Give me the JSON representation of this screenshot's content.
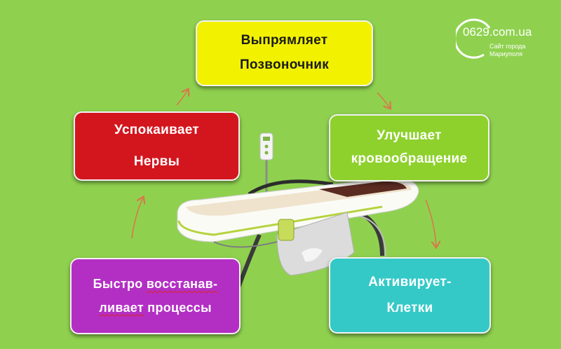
{
  "watermark": {
    "brand": "0629.com.ua",
    "subtitle_line1": "Сайт города",
    "subtitle_line2": "Мариуполя"
  },
  "boxes": {
    "top": {
      "line1": "Выпрямляет",
      "line2": "Позвоночник"
    },
    "left": {
      "line1": "Успокаивает",
      "line2": "Нервы"
    },
    "right": {
      "line1": "Улучшает",
      "line2": "кровообращение"
    },
    "bottom_left": {
      "line1_word1": "Быстро",
      "line1_word2": "восстанав-",
      "line2_word1": "ливает",
      "line2_word2": "процессы"
    },
    "bottom_right": {
      "line1": "Активирует-",
      "line2": "Клетки"
    }
  },
  "colors": {
    "background": "#8fd14f",
    "top_box": "#f2f200",
    "left_box": "#d3161e",
    "right_box": "#8ed12c",
    "bottom_left_box": "#b32fc4",
    "bottom_right_box": "#34c9c7",
    "arrow": "#d9784a"
  }
}
